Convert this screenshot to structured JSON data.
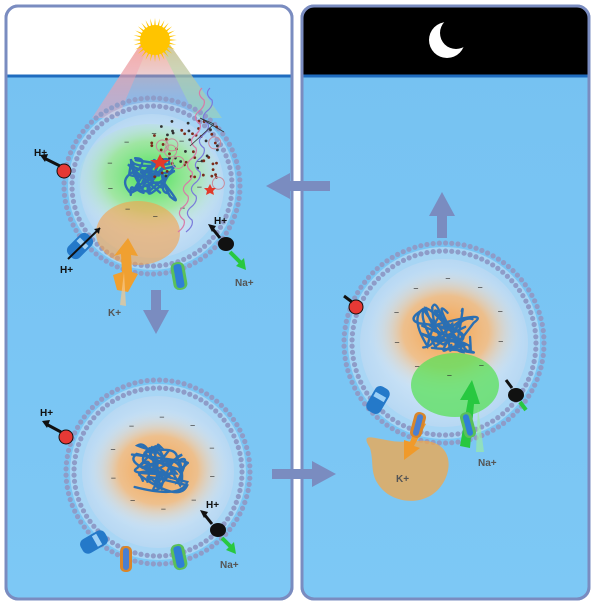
{
  "colors": {
    "frame": "#7a8cc0",
    "water": "#7cc6f4",
    "sky_day": "#ffffff",
    "sky_night": "#000000",
    "membrane": "#8e9cc8",
    "dna": "#2a6fb3",
    "proton_pump": "#e53935",
    "sodium_pump": "#111111",
    "k_channel": "#d9862a",
    "na_flow": "#35d14a",
    "k_flow": "#f0a030",
    "sun": "#ffc400"
  },
  "icons": {
    "day": "sun-icon",
    "night": "moon-icon"
  },
  "labels": {
    "proton": "H+",
    "sodium": "Na+",
    "potassium": "K+",
    "charge": "−"
  },
  "panels": {
    "day_title": "",
    "night_title": ""
  }
}
